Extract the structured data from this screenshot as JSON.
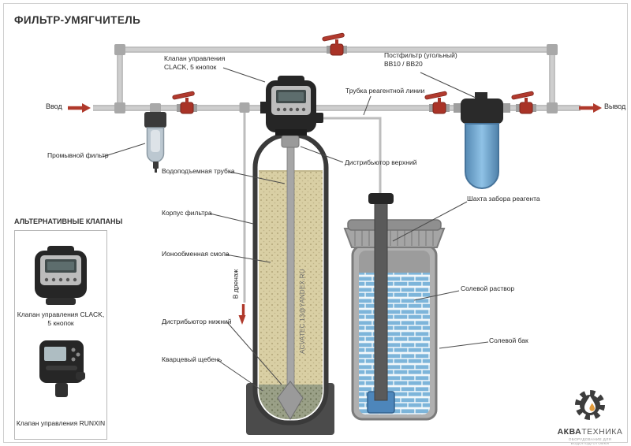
{
  "page": {
    "title": "ФИЛЬТР-УМЯГЧИТЕЛЬ"
  },
  "flow": {
    "inlet": "Ввод",
    "outlet": "Вывод",
    "drain": "В дренаж"
  },
  "labels": {
    "control_valve": "Клапан управления CLACK, 5 кнопок",
    "wash_filter": "Промывной фильтр",
    "riser_tube": "Водоподъемная трубка",
    "filter_body": "Корпус фильтра",
    "ion_exchange_resin": "Ионообменная смола",
    "lower_distributor": "Дистрибьютор нижний",
    "quartz_gravel": "Кварцевый щебень",
    "reagent_line_tube": "Трубка реагентной линии",
    "post_filter": "Постфильтр (угольный) BB10 / BB20",
    "upper_distributor": "Дистрибьютор верхний",
    "reagent_intake_shaft": "Шахта забора реагента",
    "salt_solution": "Солевой раствор",
    "salt_tank": "Солевой бак"
  },
  "watermark": "ACVATEC.13@YANDEX.RU",
  "alt_valves": {
    "heading": "АЛЬТЕРНАТИВНЫЕ КЛАПАНЫ",
    "items": [
      {
        "label": "Клапан управления CLACK, 5 кнопок"
      },
      {
        "label": "Клапан управления RUNXIN"
      }
    ]
  },
  "logo": {
    "icon": "gear-water-drop-icon",
    "brand_bold": "АКВА",
    "brand_light": "ТЕХНИКА",
    "tagline": "ОБОРУДОВАНИЕ ДЛЯ ВОДОПОДГОТОВКИ"
  },
  "colors": {
    "accent_red": "#b0392b",
    "pipe_gray": "#c9c9c9",
    "resin_beige": "#d9cfa4",
    "water_blue": "#7db5da",
    "post_filter_blue": "#74a8cf",
    "dark_equipment": "#262626"
  }
}
